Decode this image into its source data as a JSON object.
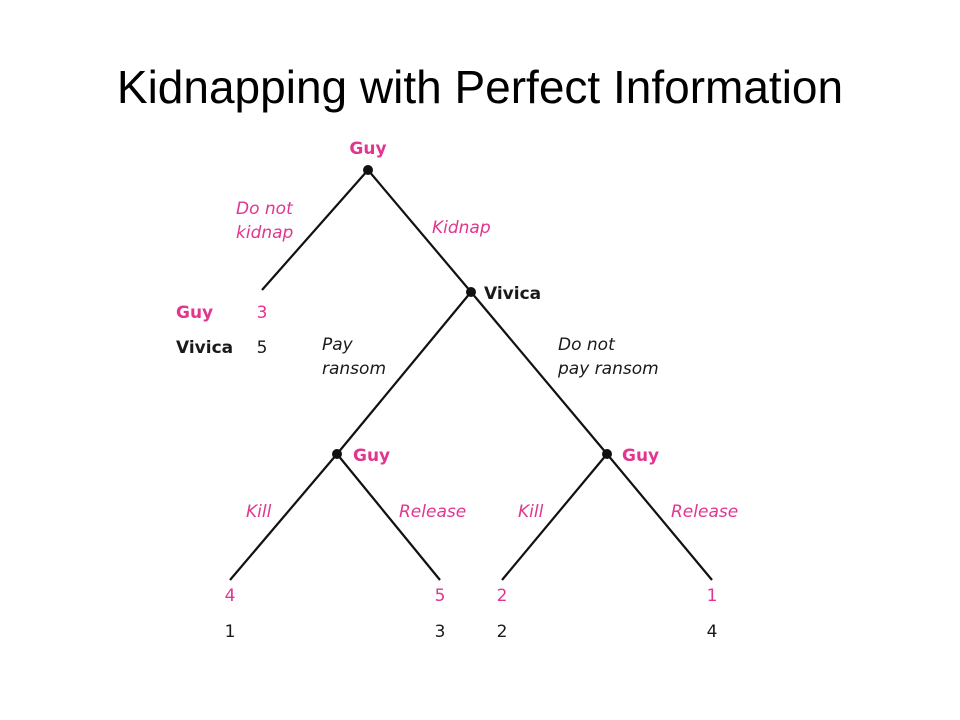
{
  "title": "Kidnapping with Perfect Information",
  "colors": {
    "player1": "#e2358f",
    "player2": "#1a1a1a",
    "edges": "#111111"
  },
  "nodes": {
    "root": "Guy",
    "vivica": "Vivica",
    "guy_after_pay": "Guy",
    "guy_after_no_pay": "Guy"
  },
  "actions": {
    "do_not_kidnap_l1": "Do not",
    "do_not_kidnap_l2": "kidnap",
    "kidnap": "Kidnap",
    "pay_ransom_l1": "Pay",
    "pay_ransom_l2": "ransom",
    "do_not_pay_l1": "Do not",
    "do_not_pay_l2": "pay ransom",
    "kill_1": "Kill",
    "release_1": "Release",
    "kill_2": "Kill",
    "release_2": "Release"
  },
  "payoff_legend": {
    "player1": "Guy",
    "player2": "Vivica"
  },
  "payoffs": {
    "no_kidnap": {
      "guy": "3",
      "vivica": "5"
    },
    "pay_kill": {
      "guy": "4",
      "vivica": "1"
    },
    "pay_release": {
      "guy": "5",
      "vivica": "3"
    },
    "nopay_kill": {
      "guy": "2",
      "vivica": "2"
    },
    "nopay_release": {
      "guy": "1",
      "vivica": "4"
    }
  }
}
